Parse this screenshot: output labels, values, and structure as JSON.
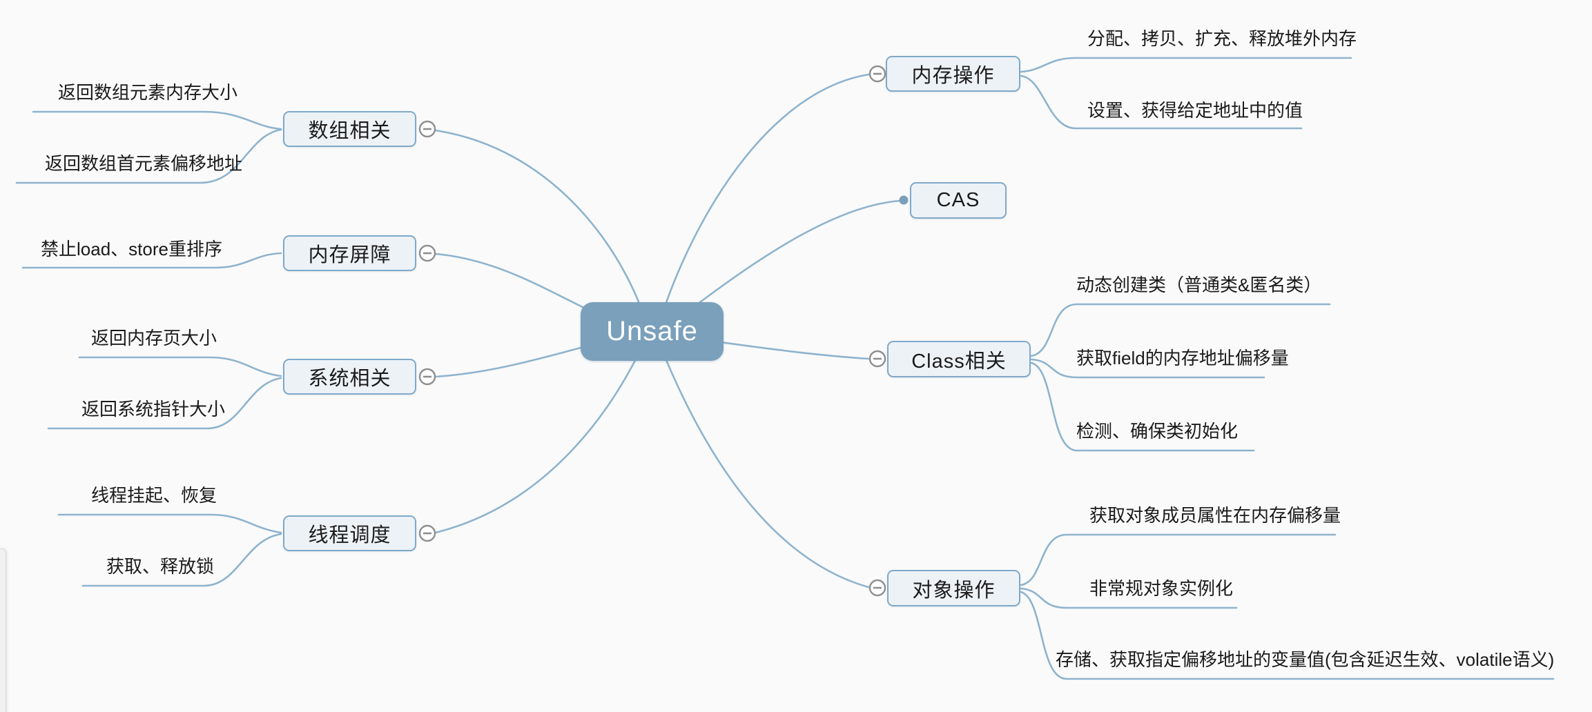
{
  "root": {
    "label": "Unsafe"
  },
  "branches": {
    "left": [
      {
        "label": "数组相关",
        "children": [
          "返回数组元素内存大小",
          "返回数组首元素偏移地址"
        ]
      },
      {
        "label": "内存屏障",
        "children": [
          "禁止load、store重排序"
        ]
      },
      {
        "label": "系统相关",
        "children": [
          "返回内存页大小",
          "返回系统指针大小"
        ]
      },
      {
        "label": "线程调度",
        "children": [
          "线程挂起、恢复",
          "获取、释放锁"
        ]
      }
    ],
    "right": [
      {
        "label": "内存操作",
        "children": [
          "分配、拷贝、扩充、释放堆外内存",
          "设置、获得给定地址中的值"
        ]
      },
      {
        "label": "CAS",
        "children": []
      },
      {
        "label": "Class相关",
        "children": [
          "动态创建类（普通类&匿名类）",
          "获取field的内存地址偏移量",
          "检测、确保类初始化"
        ]
      },
      {
        "label": "对象操作",
        "children": [
          "获取对象成员属性在内存偏移量",
          "非常规对象实例化",
          "存储、获取指定偏移地址的变量值(包含延迟生效、volatile语义)"
        ]
      }
    ]
  },
  "colors": {
    "background": "#fafafa",
    "root_fill": "#7aa0bb",
    "root_text": "#ffffff",
    "topic_fill": "#edf2f7",
    "topic_border": "#7fa9c9",
    "branch_line": "#8db3ce",
    "collapse_gray": "#8e8e8e",
    "text": "#1a1a1a"
  }
}
